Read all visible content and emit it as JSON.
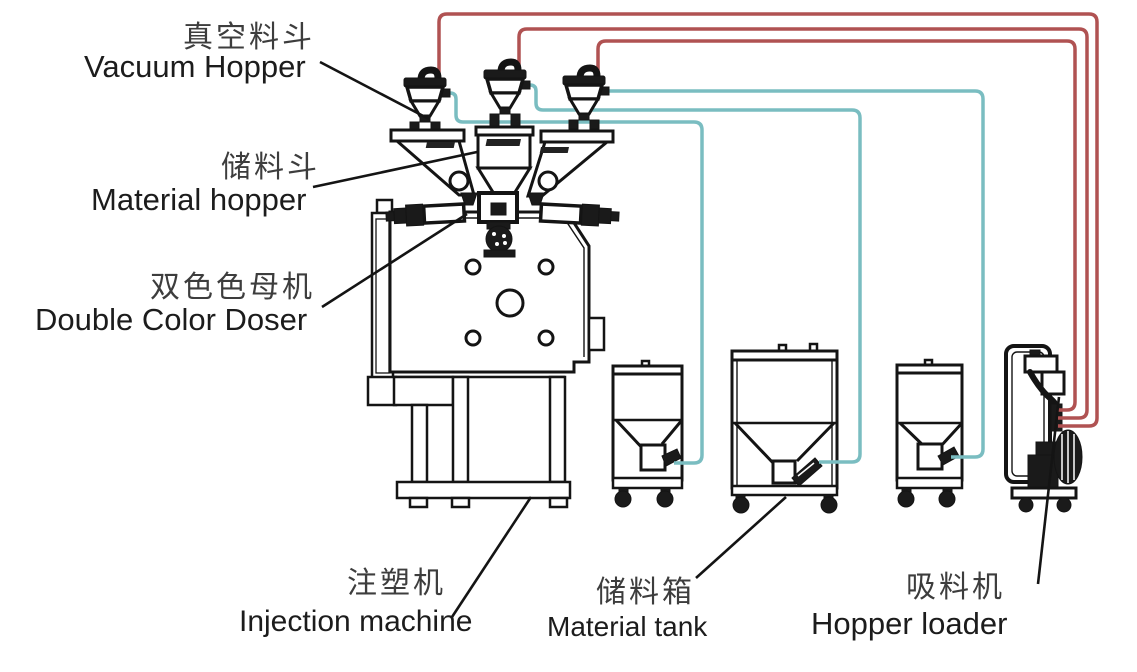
{
  "labels": {
    "vacuum_hopper": {
      "zh": "真空料斗",
      "en": "Vacuum Hopper"
    },
    "material_hopper": {
      "zh": "储料斗",
      "en": "Material hopper"
    },
    "double_color_doser": {
      "zh": "双色色母机",
      "en": "Double Color Doser"
    },
    "injection_machine": {
      "zh": "注塑机",
      "en": "Injection machine"
    },
    "material_tank": {
      "zh": "储料箱",
      "en": "Material tank"
    },
    "hopper_loader": {
      "zh": "吸料机",
      "en": "Hopper loader"
    }
  },
  "colors": {
    "vacuum_pipe": "#b05252",
    "material_pipe": "#7abdc1",
    "outline": "#141414",
    "background": "#ffffff"
  },
  "equipment": {
    "vacuum_hoppers": 3,
    "material_hoppers": 3,
    "material_tanks": 3,
    "hopper_loaders": 1,
    "injection_machines": 1,
    "double_color_dosers": 1,
    "vacuum_pipes": 3,
    "material_pipes": 3
  }
}
